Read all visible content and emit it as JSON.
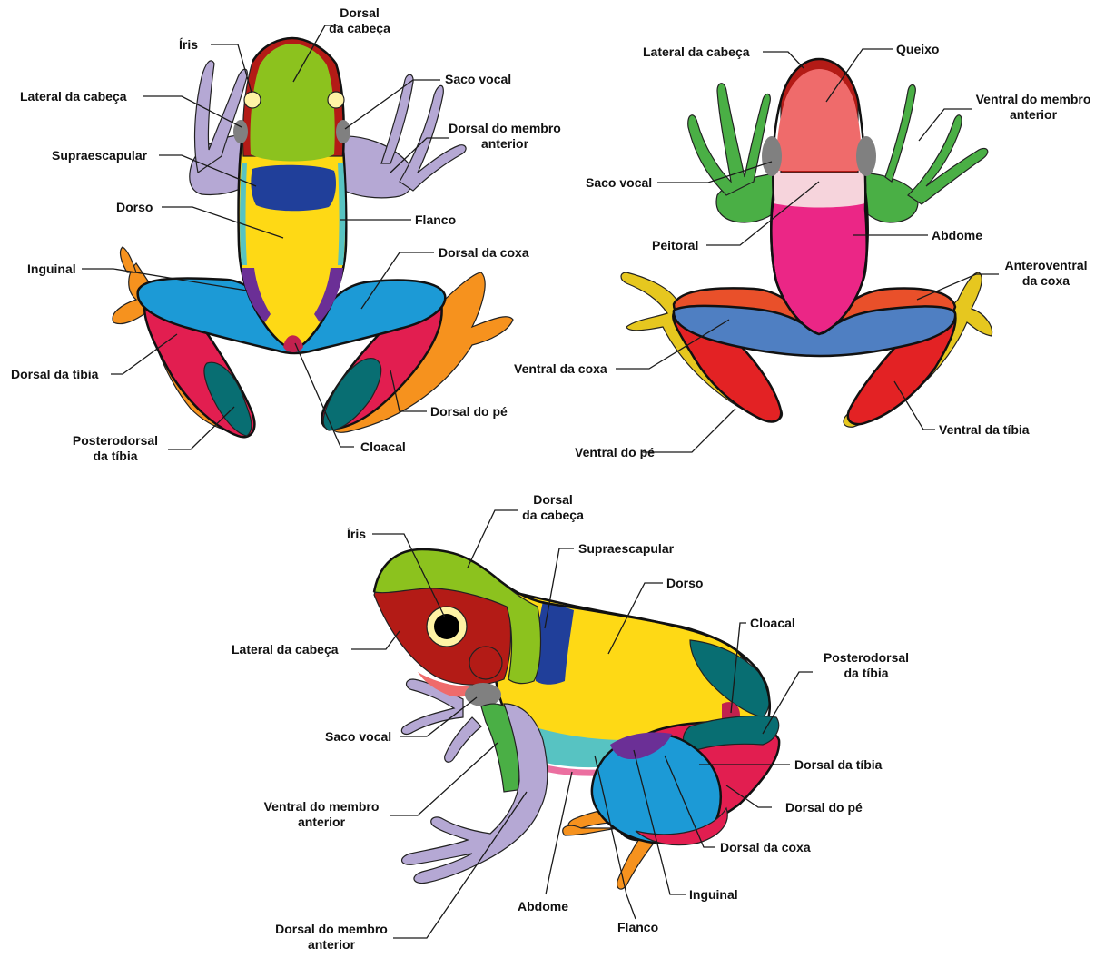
{
  "colors": {
    "lime": "#8cc21e",
    "darkred": "#b31b16",
    "cream": "#fff3a5",
    "gray": "#808080",
    "lavender": "#b5a8d4",
    "navy": "#203f9a",
    "yellow": "#fed915",
    "cyan": "#57c3c2",
    "purple": "#6b2f96",
    "blue": "#1c9ad6",
    "crimson": "#e21e50",
    "teal": "#086e72",
    "orange": "#f6921e",
    "maroon": "#c2214e",
    "salmon": "#ef6b6b",
    "palepink": "#f6d4dc",
    "magenta": "#eb2686",
    "lightgreen": "#4aaf45",
    "orangered": "#e9502a",
    "steelblue": "#4f7fc2",
    "red": "#e32224",
    "mustard": "#e6c71f",
    "pink": "#eb6fa0"
  },
  "dorsal_view": {
    "labels": {
      "dorsal_cabeca": "Dorsal\nda cabeça",
      "iris": "Íris",
      "saco_vocal": "Saco vocal",
      "lateral_cabeca": "Lateral da cabeça",
      "dorsal_membro_anterior": "Dorsal do membro\nanterior",
      "supraescapular": "Supraescapular",
      "dorso": "Dorso",
      "flanco": "Flanco",
      "dorsal_coxa": "Dorsal da coxa",
      "inguinal": "Inguinal",
      "dorsal_tibia": "Dorsal da tíbia",
      "dorsal_pe": "Dorsal do pé",
      "posterodorsal_tibia": "Posterodorsal\nda tíbia",
      "cloacal": "Cloacal"
    }
  },
  "ventral_view": {
    "labels": {
      "lateral_cabeca": "Lateral da cabeça",
      "queixo": "Queixo",
      "ventral_membro_anterior": "Ventral do membro\nanterior",
      "saco_vocal": "Saco vocal",
      "peitoral": "Peitoral",
      "abdome": "Abdome",
      "anteroventral_coxa": "Anteroventral\nda coxa",
      "ventral_coxa": "Ventral da coxa",
      "ventral_tibia": "Ventral da tíbia",
      "ventral_pe": "Ventral do pé"
    }
  },
  "lateral_view": {
    "labels": {
      "dorsal_cabeca": "Dorsal\nda cabeça",
      "iris": "Íris",
      "supraescapular": "Supraescapular",
      "dorso": "Dorso",
      "cloacal": "Cloacal",
      "lateral_cabeca": "Lateral da cabeça",
      "posterodorsal_tibia": "Posterodorsal\nda tíbia",
      "saco_vocal": "Saco vocal",
      "dorsal_tibia": "Dorsal da tíbia",
      "dorsal_pe": "Dorsal do pé",
      "ventral_membro_anterior": "Ventral do membro\nanterior",
      "dorsal_coxa": "Dorsal da coxa",
      "inguinal": "Inguinal",
      "abdome": "Abdome",
      "flanco": "Flanco",
      "dorsal_membro_anterior": "Dorsal do membro\nanterior"
    }
  }
}
